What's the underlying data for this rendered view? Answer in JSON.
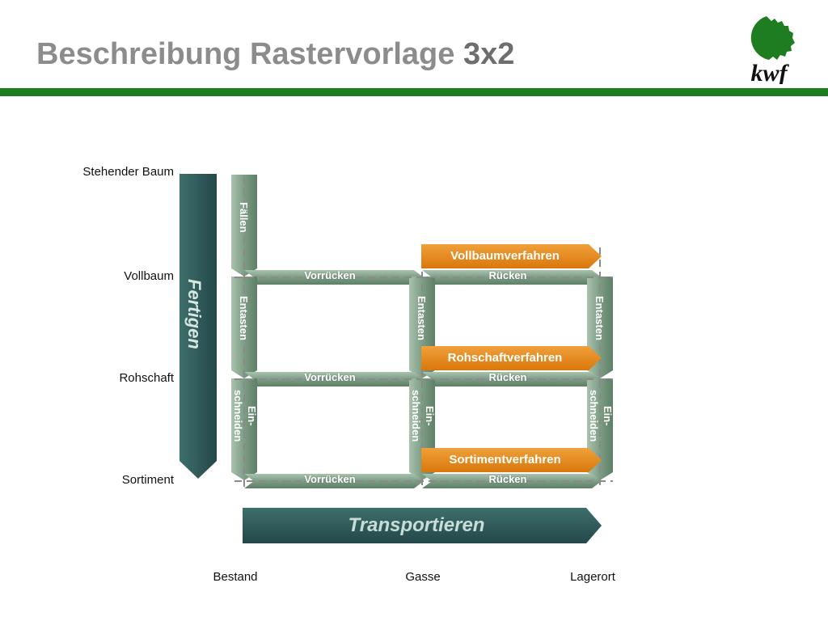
{
  "header": {
    "title_main": "Beschreibung Rastervorlage ",
    "title_accent": "3x2"
  },
  "colors": {
    "accent_green": "#1e7d20",
    "title_gray": "#8c8c8c",
    "pipe_green": "#7fa087",
    "arrow_dark": "#2f5a57",
    "orange": "#e8900f"
  },
  "logo": {
    "text": "kwf"
  },
  "rows": {
    "r0": "Stehender Baum",
    "r1": "Vollbaum",
    "r2": "Rohschaft",
    "r3": "Sortiment"
  },
  "columns": {
    "c0": "Bestand",
    "c1": "Gasse",
    "c2": "Lagerort"
  },
  "axes": {
    "vertical": "Fertigen",
    "horizontal": "Transportieren"
  },
  "segments": {
    "faellen": "Fällen",
    "vorruecken_1": "Vorrücken",
    "ruecken_1": "Rücken",
    "vorruecken_2": "Vorrücken",
    "ruecken_2": "Rücken",
    "vorruecken_3": "Vorrücken",
    "ruecken_3": "Rücken",
    "entasten_1": "Entasten",
    "entasten_2": "Entasten",
    "entasten_3": "Entasten",
    "einschneiden_1": "Ein-\nschneiden",
    "einschneiden_2": "Ein-\nschneiden",
    "einschneiden_3": "Ein-\nschneiden"
  },
  "procedures": {
    "vollbaum": "Vollbaumverfahren",
    "rohschaft": "Rohschaftverfahren",
    "sortiment": "Sortimentverfahren"
  }
}
